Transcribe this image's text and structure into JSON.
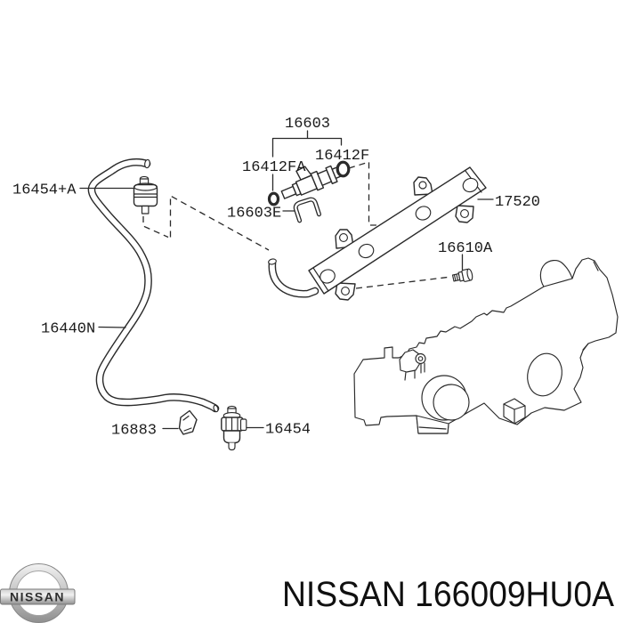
{
  "diagram": {
    "description": "Nissan fuel injection parts diagram",
    "parts": [
      {
        "id": "16603",
        "label": "16603"
      },
      {
        "id": "16412F",
        "label": "16412F"
      },
      {
        "id": "16412FA",
        "label": "16412FA"
      },
      {
        "id": "16603E",
        "label": "16603E"
      },
      {
        "id": "16454+A",
        "label": "16454+A"
      },
      {
        "id": "17520",
        "label": "17520"
      },
      {
        "id": "16610A",
        "label": "16610A"
      },
      {
        "id": "16440N",
        "label": "16440N"
      },
      {
        "id": "16883",
        "label": "16883"
      },
      {
        "id": "16454",
        "label": "16454"
      }
    ]
  },
  "logo": {
    "brand": "NISSAN"
  },
  "footer": {
    "caption": "NISSAN 166009HU0A"
  },
  "colors": {
    "background": "#ffffff",
    "line": "#2a2a2a",
    "label_text": "#1b1b1b",
    "logo_silver": "#c8c8c8",
    "caption_text": "#101010"
  }
}
